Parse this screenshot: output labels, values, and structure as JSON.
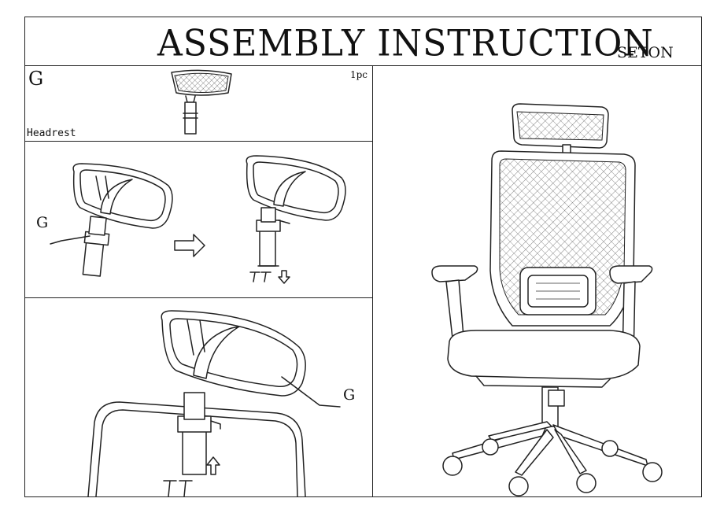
{
  "header": {
    "title": "ASSEMBLY INSTRUCTION",
    "brand": "SETON"
  },
  "parts_panel": {
    "part_letter": "G",
    "quantity": "1pc",
    "part_name": "Headrest"
  },
  "step1": {
    "callout": "G"
  },
  "step2": {
    "callout": "G"
  },
  "icons": {
    "arrow_right": "hollow-right-arrow-icon",
    "arrow_down": "hollow-down-arrow-icon",
    "arrow_up": "hollow-up-arrow-icon",
    "screw": "screw-icon"
  },
  "colors": {
    "ink": "#222222",
    "paper": "#ffffff"
  }
}
